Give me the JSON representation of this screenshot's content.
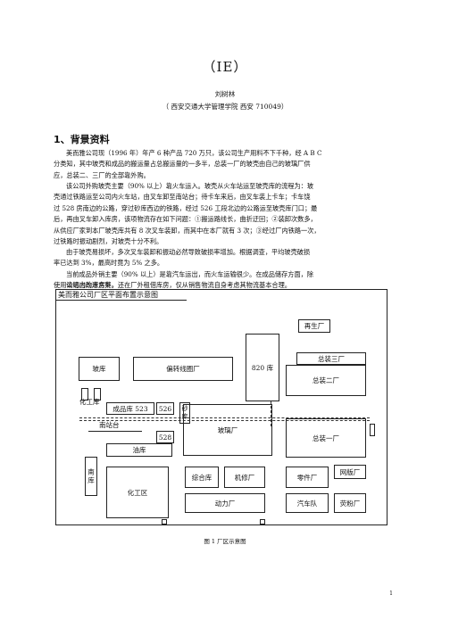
{
  "title": "（IE）",
  "author": "刘树林",
  "affiliation": "（ 西安交通大学管理学院    西安 710049）",
  "section_heading": "1、背景资料",
  "paragraphs": [
    [
      "美而雅公司现（1996 年）年产 6 种产品 720 万只，该公司生产用料不下千种，经 A B C",
      "分类知，其中玻壳和成品的搬运量占总搬运量的一多半，总装一厂的玻壳由自己的玻璃厂供",
      "应，总装二、三厂的全部靠外购。"
    ],
    [
      "该公司外购玻壳主要（90% 以上）靠火车运入。玻壳从火车站运至玻壳库的流程为：玻",
      "壳通过铁路运至公司内火车站，由叉车卸至南站台；待卡车来后，由叉车装上卡车；卡车饶",
      "过 528 房南边的公路，穿过砂库西边的铁路，经过 526 工段北边的公路运至玻壳库门口；最",
      "后，再由叉车卸入库房，该项物流存在如下问题：①搬运路线长，曲折迂回；②装卸次数多，",
      "从供应厂家到本厂玻壳库共有 8 次叉车装卸，而其中在本厂就有 3 次；③经过厂内铁路一次，",
      "过铁路时振动剧烈，对玻壳十分不利。"
    ],
    [
      "由于玻壳易损坏，多次叉车装卸和振动必然导致破损率增加。根据调查，平均玻壳破损",
      "率已达到 3%，最高时竟为 5% 之多。"
    ],
    [
      "当前成品外销主要（90% 以上）是靠汽车运出，而火车运输很少。在成品储存方面，除",
      "使用公司内的库房外，还在厂外租借库房，仅从销售物流自身考虑其物流基本合理。"
    ],
    [
      "请给出改进方案。"
    ]
  ],
  "diagram": {
    "title": "美而雅公司厂区平面布置示意图",
    "labels": {
      "boke_ku": "玻库",
      "pianzhuan": "偏转线圈厂",
      "ku820": "820  库",
      "zaisheng": "再生厂",
      "zongzhuang3": "总装三厂",
      "zongzhuang2": "总装二厂",
      "huagong_ku": "化工库",
      "chengpin523": "成品库 523",
      "n526": "526",
      "sha_ku": "砂库",
      "nanzhantai": "南站台",
      "n528": "528",
      "boli": "玻璃厂",
      "zongzhuang1": "总装一厂",
      "youku": "油库",
      "nanku": "南库",
      "huagong_qu": "化工区",
      "zonghe": "综合库",
      "jixiu": "机修厂",
      "lingjian": "零件厂",
      "wangban": "网版厂",
      "dongli": "动力厂",
      "qiche": "汽车队",
      "yingfen": "荧粉厂"
    }
  },
  "caption": "图 1    厂区示意图",
  "page_number": "1"
}
